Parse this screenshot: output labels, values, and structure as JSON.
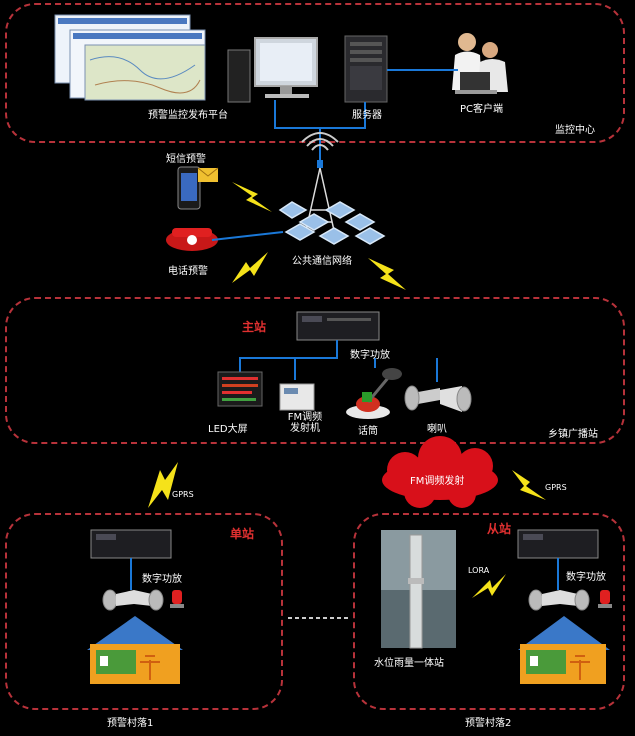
{
  "top_zone": {
    "label": "监控中心",
    "platform_label": "预警监控发布平台",
    "server_label": "服务器",
    "client_label": "PC客户端"
  },
  "comm": {
    "sms_label": "短信预警",
    "phone_label": "电话预警",
    "network_label": "公共通信网络"
  },
  "master_zone": {
    "label": "乡镇广播站",
    "station_title": "主站",
    "amp_label": "数字功放",
    "devices": [
      {
        "label": "LED大屏"
      },
      {
        "label": "FM调频发射机"
      },
      {
        "label": "话筒"
      },
      {
        "label": "喇叭"
      }
    ]
  },
  "links": {
    "gprs_left": "GPRS",
    "gprs_right": "GPRS",
    "fm_cloud": "FM调频发射",
    "lora": "LORA"
  },
  "sub_left": {
    "station_title": "单站",
    "amp_label": "数字功放",
    "zone_label": "预警村落1"
  },
  "sub_right": {
    "station_title": "从站",
    "amp_label": "数字功放",
    "sensor_label": "水位雨量一体站",
    "zone_label": "预警村落2"
  },
  "colors": {
    "zone_border": "#b7323a",
    "station_title": "#e03030",
    "lightning": "#f5e21a",
    "link_line": "#1a78d8",
    "cloud": "#d8101a"
  }
}
